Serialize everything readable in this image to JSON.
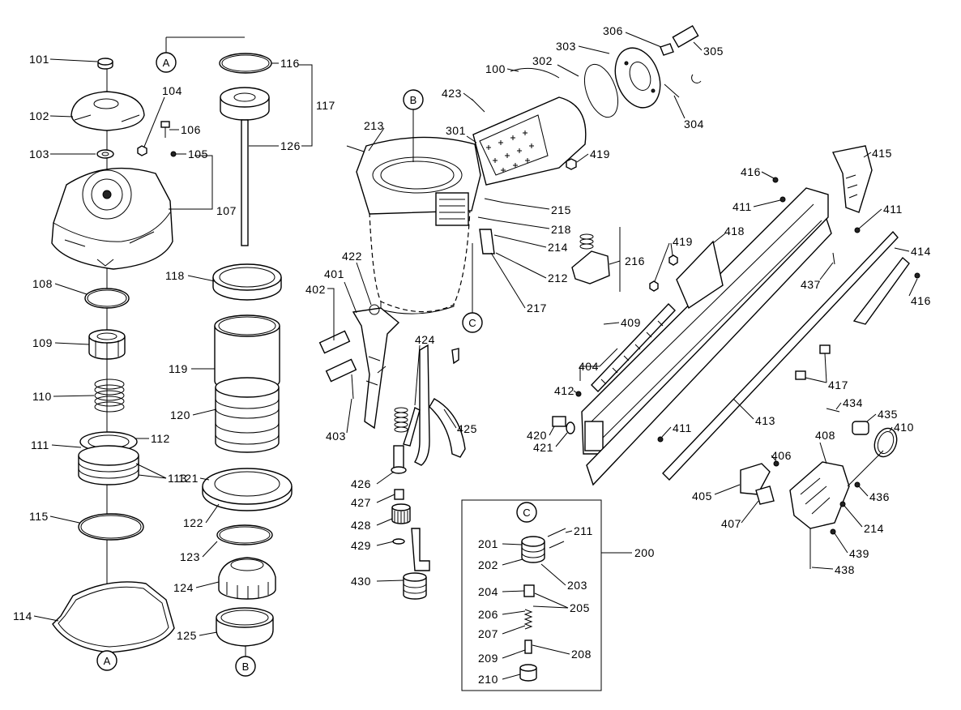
{
  "refs": {
    "a": "A",
    "b": "B",
    "c": "C"
  },
  "callouts": {
    "c100": "100",
    "c101": "101",
    "c102": "102",
    "c103": "103",
    "c104": "104",
    "c105": "105",
    "c106": "106",
    "c107": "107",
    "c108": "108",
    "c109": "109",
    "c110": "110",
    "c111": "111",
    "c112": "112",
    "c113": "113",
    "c114": "114",
    "c115": "115",
    "c116": "116",
    "c117": "117",
    "c118": "118",
    "c119": "119",
    "c120": "120",
    "c121": "121",
    "c122": "122",
    "c123": "123",
    "c124": "124",
    "c125": "125",
    "c126": "126",
    "c200": "200",
    "c201": "201",
    "c202": "202",
    "c203": "203",
    "c204": "204",
    "c205": "205",
    "c206": "206",
    "c207": "207",
    "c208": "208",
    "c209": "209",
    "c210": "210",
    "c211": "211",
    "c212": "212",
    "c213": "213",
    "c214": "214",
    "c215": "215",
    "c216": "216",
    "c217": "217",
    "c218": "218",
    "c301": "301",
    "c302": "302",
    "c303": "303",
    "c304": "304",
    "c305": "305",
    "c306": "306",
    "c401": "401",
    "c402": "402",
    "c403": "403",
    "c404": "404",
    "c405": "405",
    "c406": "406",
    "c407": "407",
    "c408": "408",
    "c409": "409",
    "c410": "410",
    "c411": "411",
    "c412": "412",
    "c413": "413",
    "c414": "414",
    "c415": "415",
    "c416": "416",
    "c417": "417",
    "c418": "418",
    "c419": "419",
    "c420": "420",
    "c421": "421",
    "c422": "422",
    "c423": "423",
    "c424": "424",
    "c425": "425",
    "c426": "426",
    "c427": "427",
    "c428": "428",
    "c429": "429",
    "c430": "430",
    "c434": "434",
    "c435": "435",
    "c436": "436",
    "c437": "437",
    "c438": "438",
    "c439": "439"
  },
  "colors": {
    "line": "#000000",
    "background": "#ffffff"
  }
}
